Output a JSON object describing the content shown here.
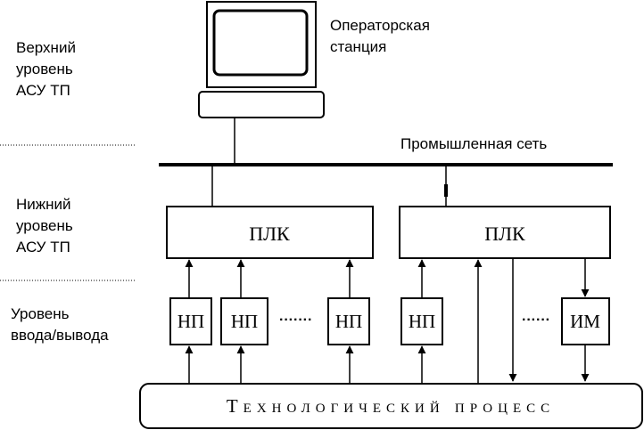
{
  "levels": {
    "upper": "Верхний\nуровень\nАСУ ТП",
    "lower": "Нижний\nуровень\nАСУ ТП",
    "io": "Уровень\nввода/вывода"
  },
  "labels": {
    "operator_station": "Операторская\nстанция",
    "industrial_network": "Промышленная сеть",
    "plc_left": "ПЛК",
    "plc_right": "ПЛК",
    "process": "Технологический процесс"
  },
  "io_modules": {
    "np1": "НП",
    "np2": "НП",
    "np3": "НП",
    "np4": "НП",
    "im": "ИМ",
    "dots_left": "·······",
    "dots_right": "······"
  }
}
